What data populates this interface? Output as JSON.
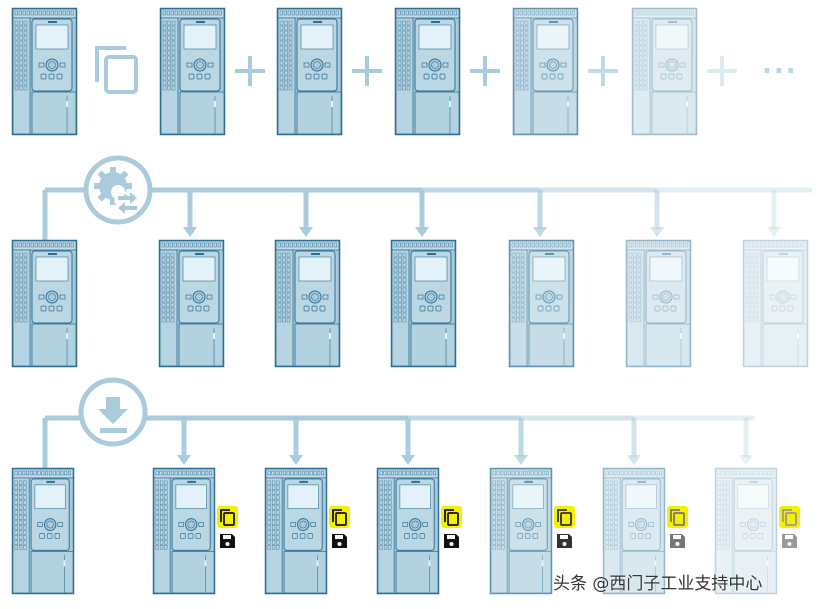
{
  "title": "Drive configuration copy and download diagram",
  "rows": [
    {
      "name": "copy-row",
      "source_devices": 1,
      "copies": 5,
      "trailing": "..."
    },
    {
      "name": "configure-row",
      "icon": "gear-exchange-icon",
      "targets": 6
    },
    {
      "name": "download-row",
      "icon": "download-icon",
      "targets": 6,
      "badges": [
        "copy-icon",
        "save-icon"
      ]
    }
  ],
  "colors": {
    "line": "#a9cbdb",
    "device_stroke": "#2f6f94",
    "device_fill": "#a9cadb",
    "badge_yellow": "#f5f000"
  },
  "watermark": "头条 @西门子工业支持中心"
}
